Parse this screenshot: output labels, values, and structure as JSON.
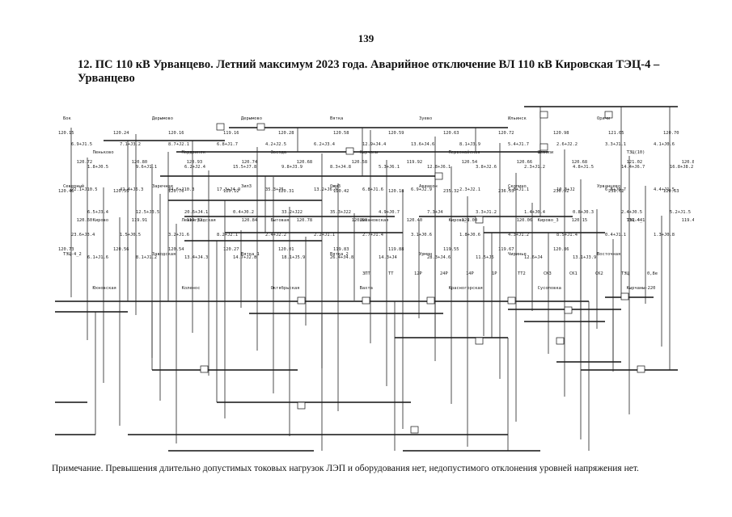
{
  "page": {
    "number": "139",
    "title": "12. ПС 110 кВ Урванцево. Летний максимум 2023 года. Аварийное отключение ВЛ 110 кВ Кировская ТЭЦ-4 – Урванцево"
  },
  "diagram": {
    "substations": [
      "Бок",
      "Дерымово",
      "Дерымово",
      "Вятка",
      "Зуево",
      "Ильинск",
      "Оричи",
      "Пеньково",
      "Мордвинск",
      "Звезда",
      "Кырчаны",
      "Первомайская",
      "Шевели",
      "Т3Ц(10)",
      "Северный",
      "Заречная",
      "Зил3",
      "Ожм3",
      "Авиакон",
      "Скопино",
      "Урванцево",
      "Кирово",
      "Ленинградская",
      "Бытовая",
      "Шихановская",
      "Кирово_2",
      "Кирово_3",
      "ТЭЦ-4_1",
      "ТЭЦ-4_2",
      "Заводская",
      "Вятка_1",
      "Вятка_2",
      "Урман",
      "Чиринье",
      "Восточная",
      "Юхновская",
      "Коленос",
      "Октябрьская",
      "Вахта",
      "Красногорская",
      "Сусоловка",
      "Кырчаны-220"
    ],
    "values": [
      "120.15",
      "120.24",
      "120.16",
      "119.16",
      "120.28",
      "120.58",
      "120.59",
      "120.63",
      "120.72",
      "120.98",
      "121.05",
      "120.70",
      "120.72",
      "120.80",
      "120.93",
      "120.74",
      "120.68",
      "120.58",
      "119.92",
      "120.54",
      "120.66",
      "120.68",
      "121.02",
      "120.81",
      "120.46",
      "120.55",
      "120.76",
      "120.12",
      "120.31",
      "120.42",
      "120.18",
      "235.32",
      "236.53",
      "236.62",
      "238.02",
      "120.63",
      "120.60",
      "119.91",
      "119.72",
      "120.84",
      "120.78",
      "120.90",
      "120.40",
      "120.00",
      "120.06",
      "120.15",
      "119.44",
      "119.44",
      "120.73",
      "120.56",
      "120.54",
      "120.27",
      "120.01",
      "119.83",
      "119.88",
      "119.55",
      "119.67",
      "120.86"
    ],
    "flows": [
      "6.9+J1.5",
      "7.1+J3.2",
      "8.7+J2.1",
      "6.8+J1.7",
      "4.2+J2.5",
      "6.2+J3.4",
      "12.9+J4.4",
      "13.6+J4.6",
      "8.1+J3.9",
      "5.4+J1.7",
      "2.6+J2.2",
      "3.3+J1.1",
      "4.1+J0.6",
      "1.8+J0.5",
      "9.6+J1.1",
      "6.2+J2.4",
      "15.5+J7.8",
      "9.8+J3.9",
      "8.3+J4.8",
      "5.3+J6.1",
      "12.8+J6.1",
      "3.8+J2.6",
      "2.3+J1.2",
      "4.8+J1.5",
      "14.4+J6.7",
      "16.8+J8.2",
      "22.1+J10.5",
      "42.4+J6.3",
      "34.6+J10.3",
      "17.3+J4.9",
      "35.3+J5",
      "13.2+J6.9",
      "6.8+J1.6",
      "6.9+J2.9",
      "2.3+J2.1",
      "5.8+J1.1",
      "10.3+J2",
      "6.8+J0.7",
      "4.4+J1.5",
      "6.5+J3.4",
      "12.5+J3.5",
      "20.6+J4.1",
      "0.4+J0.2",
      "33.2+J22",
      "35.3+J22",
      "4.9+J0.7",
      "7.3+J4",
      "3.3+J1.2",
      "1.4+J0.4",
      "0.8+J0.3",
      "2.4+J0.5",
      "5.2+J1.5",
      "23.6+J3.4",
      "1.5+J0.5",
      "3.2+J1.6",
      "8.2+J2.1",
      "2.4+J2.2",
      "2.2+J1.1",
      "2.7+J1.4",
      "3.1+J0.6",
      "1.8+J0.6",
      "4.3+J1.2",
      "8.5+J1.4",
      "0.4+J1.1",
      "1.3+J0.8",
      "6.1+J1.6",
      "8.1+J1.2",
      "13.4+J4.3",
      "14.7+J2.8",
      "18.1+J5.9",
      "26.4+J4.8",
      "14.3+J4",
      "28.3+J4.6",
      "11.5+J5",
      "12.6+J4",
      "13.1+J3.9"
    ],
    "labels_legend": [
      "ЗПТ",
      "ТТ",
      "12Р",
      "24Р",
      "14Р",
      "1Р",
      "ТТ2",
      "СКЗ",
      "СК1",
      "СК2",
      "ТЭЦ",
      "0,8е"
    ]
  },
  "note": {
    "label": "Примечание.",
    "text": "Превышения длительно допустимых токовых нагрузок ЛЭП и оборудования нет, недопустимого отклонения уровней напряжения нет."
  }
}
